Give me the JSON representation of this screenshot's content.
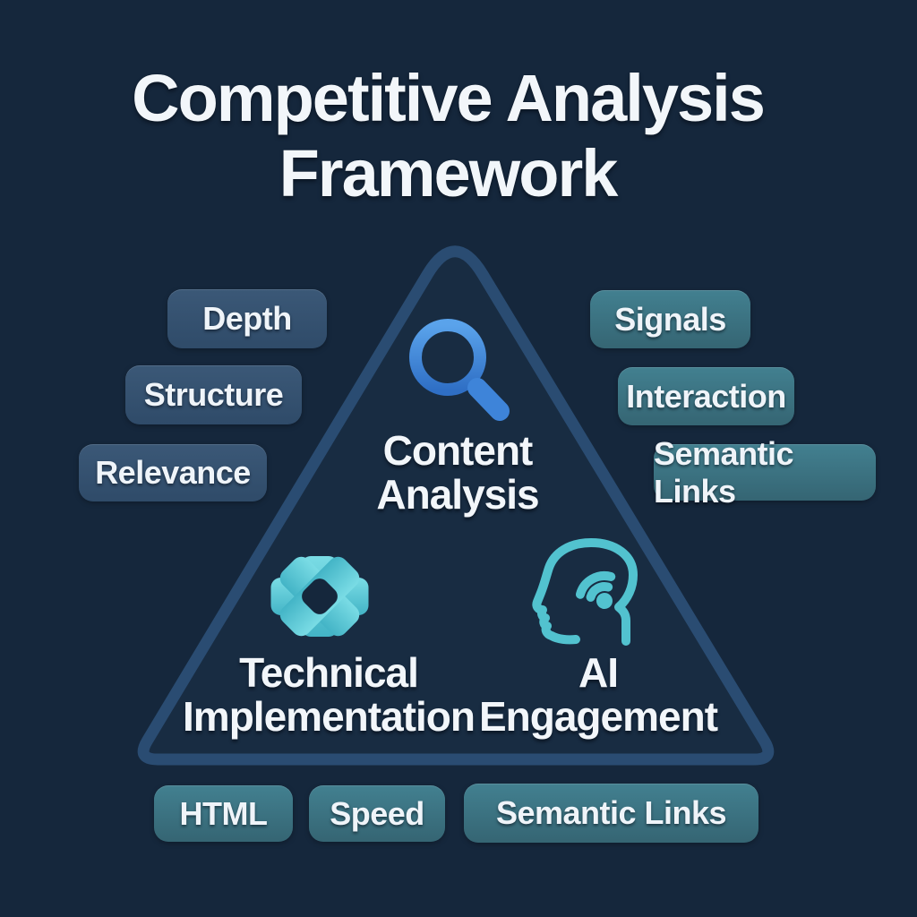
{
  "title": {
    "line1": "Competitive Analysis",
    "line2": "Framework"
  },
  "triangle": {
    "nodes": [
      {
        "id": "content-analysis",
        "line1": "Content",
        "line2": "Analysis",
        "icon": "magnifier-icon"
      },
      {
        "id": "technical-implementation",
        "line1": "Technical",
        "line2": "Implementation",
        "icon": "gear-icon"
      },
      {
        "id": "ai-engagement",
        "line1": "AI",
        "line2": "Engagement",
        "icon": "head-wifi-icon"
      }
    ]
  },
  "badges": {
    "left": [
      "Depth",
      "Structure",
      "Relevance"
    ],
    "right": [
      "Signals",
      "Interaction",
      "Semantic Links"
    ],
    "bottom": [
      "HTML",
      "Speed",
      "Semantic Links"
    ]
  },
  "colors": {
    "background": "#15273C",
    "triangle_stroke": "#2A4C72",
    "badge_slate": "#33506F",
    "badge_teal": "#3A717E",
    "icon_blue": "#3E84D9",
    "icon_teal": "#52C2CF",
    "text": "#F2F6FA"
  }
}
